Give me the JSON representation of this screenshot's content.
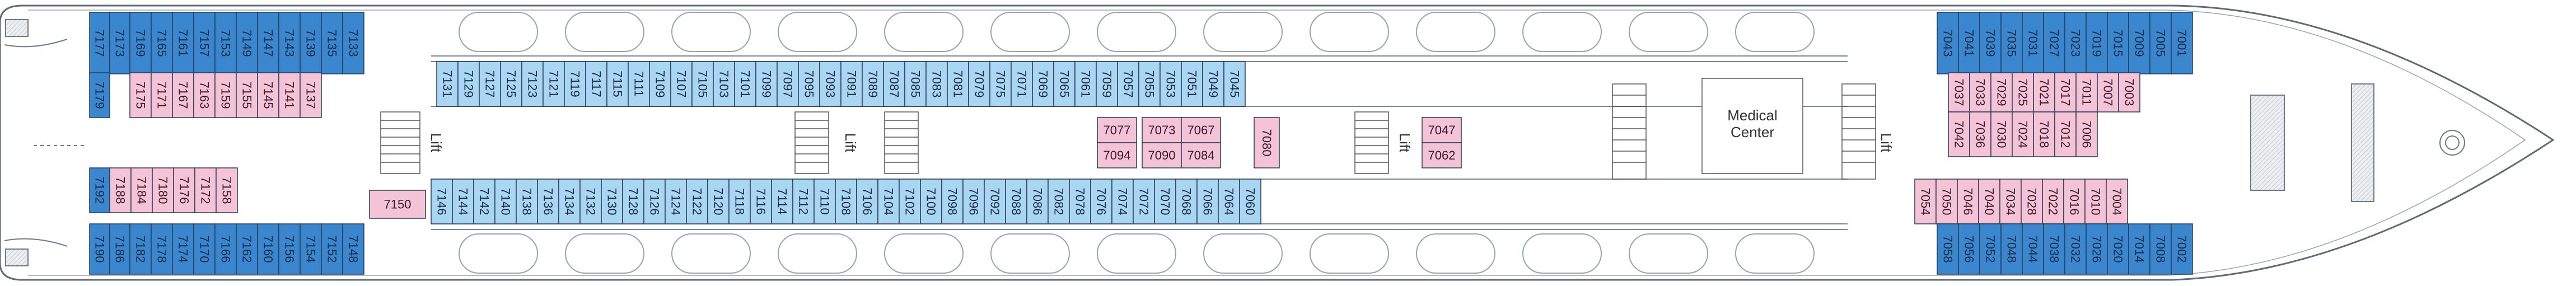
{
  "deck": {
    "labels": {
      "lift": "Lift",
      "medical_line1": "Medical",
      "medical_line2": "Center"
    },
    "colors": {
      "hull": "#5f6b73",
      "deck": "#ffffff",
      "blue_dark": "#3a87cf",
      "blue_light": "#a9d6f2",
      "pink": "#f4c3d6",
      "grid_line": "#2a3a55"
    },
    "aft_stern": [
      {
        "type": "blue_dark",
        "rows": [
          "7177",
          "7173"
        ]
      },
      {
        "type": "blue_dark",
        "rows": [
          "7179"
        ]
      },
      {
        "type": "blue_dark",
        "rows": [
          "7192"
        ]
      },
      {
        "type": "blue_dark",
        "rows": [
          "7190",
          "7186"
        ]
      }
    ],
    "top_outer": [
      "7169",
      "7165",
      "7161",
      "7157",
      "7153",
      "7149",
      "7147",
      "7143",
      "7139",
      "7135",
      "7133"
    ],
    "top_inner": [
      "7175",
      "7171",
      "7167",
      "7163",
      "7159",
      "7155",
      "7145",
      "7141",
      "7137"
    ],
    "bottom_inner": [
      "7188",
      "7184",
      "7180",
      "7176",
      "7172",
      "7158"
    ],
    "bottom_outer": [
      "7182",
      "7178",
      "7174",
      "7170",
      "7166",
      "7162",
      "7160",
      "7156",
      "7154",
      "7152",
      "7148"
    ],
    "center_aft": "7150",
    "mid_top": [
      "7131",
      "7129",
      "7127",
      "7125",
      "7123",
      "7121",
      "7119",
      "7117",
      "7115",
      "7111",
      "7109",
      "7107",
      "7105",
      "7103",
      "7101",
      "7099",
      "7097",
      "7095",
      "7093",
      "7091",
      "7089",
      "7087",
      "7085",
      "7083",
      "7081",
      "7079",
      "7075",
      "7071",
      "7069",
      "7065",
      "7061",
      "7059",
      "7057",
      "7055",
      "7053",
      "7051",
      "7049",
      "7045"
    ],
    "mid_bottom": [
      "7146",
      "7144",
      "7142",
      "7140",
      "7138",
      "7136",
      "7134",
      "7132",
      "7130",
      "7128",
      "7126",
      "7124",
      "7122",
      "7120",
      "7118",
      "7116",
      "7114",
      "7112",
      "7110",
      "7108",
      "7106",
      "7104",
      "7102",
      "7100",
      "7098",
      "7096",
      "7092",
      "7088",
      "7086",
      "7082",
      "7078",
      "7076",
      "7074",
      "7072",
      "7070",
      "7068",
      "7066",
      "7064",
      "7060"
    ],
    "interior": [
      "7077",
      "7094",
      "7073",
      "7090",
      "7067",
      "7084",
      "7080",
      "7047",
      "7062"
    ],
    "fore_top_outer": [
      "7043",
      "7041",
      "7039",
      "7035",
      "7031",
      "7027",
      "7023",
      "7019",
      "7015",
      "7009",
      "7005",
      "7001"
    ],
    "fore_top_inner": [
      "7037",
      "7033",
      "7029",
      "7025",
      "7021",
      "7017",
      "7011",
      "7007",
      "7003"
    ],
    "fore_mid_inner": [
      "7042",
      "7036",
      "7030",
      "7024",
      "7018",
      "7012",
      "7006"
    ],
    "fore_bottom_inner": [
      "7054",
      "7050",
      "7046",
      "7040",
      "7034",
      "7028",
      "7022",
      "7016",
      "7010",
      "7004"
    ],
    "fore_bottom_outer": [
      "7058",
      "7056",
      "7052",
      "7048",
      "7044",
      "7038",
      "7032",
      "7026",
      "7020",
      "7014",
      "7008",
      "7002"
    ]
  }
}
